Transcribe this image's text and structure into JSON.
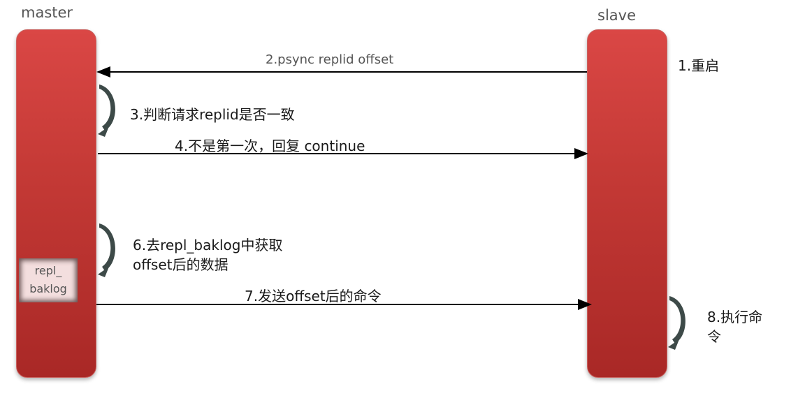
{
  "participants": {
    "master": "master",
    "slave": "slave"
  },
  "buffer": {
    "line1": "repl_",
    "line2": "baklog"
  },
  "steps": {
    "s1": "1.重启",
    "s2": "2.psync replid offset",
    "s3": "3.判断请求replid是否一致",
    "s4": "4.不是第一次，回复 continue",
    "s6_line1": "6.去repl_baklog中获取",
    "s6_line2": "offset后的数据",
    "s7": "7.发送offset后的命令",
    "s8_line1": "8.执行命",
    "s8_line2": "令"
  }
}
